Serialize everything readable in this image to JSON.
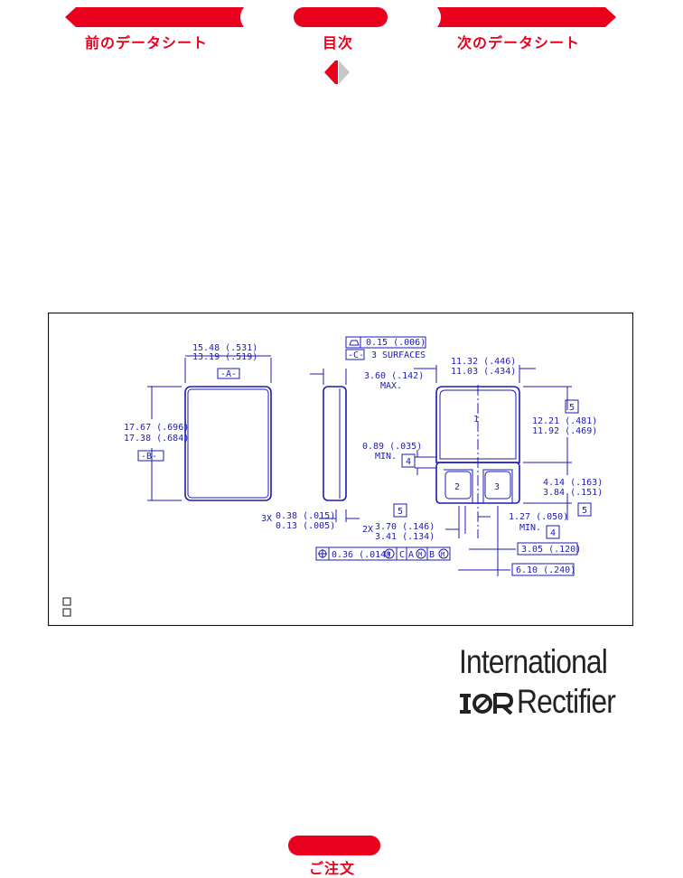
{
  "nav": {
    "prev_label": "前のデータシート",
    "toc_label": "目次",
    "next_label": "次のデータシート",
    "order_label": "ご注文",
    "accent_color": "#e8001c",
    "arrow_left_color": "#e8001c",
    "arrow_right_color": "#c8c8c8"
  },
  "drawing": {
    "dim_width": [
      "15.48 (.531)",
      "13.19 (.519)"
    ],
    "datum_a": "-A-",
    "dim_height": [
      "17.67 (.696)",
      "17.38 (.684)"
    ],
    "datum_b": "-B-",
    "flatness": "0.15 (.006)",
    "datum_c": "-C-",
    "surfaces": "3  SURFACES",
    "max_thick": "3.60 (.142)",
    "max_word": "MAX.",
    "dim_right_width": [
      "11.32 (.446)",
      "11.03 (.434)"
    ],
    "min_089": "0.89 (.035)",
    "min_word": "MIN.",
    "note4": "4",
    "note5": "5",
    "dim_1221": [
      "12.21 (.481)",
      "11.92 (.469)"
    ],
    "dim_414": [
      "4.14 (.163)",
      "3.84 (.151)"
    ],
    "dim_038": [
      "0.38 (.015)",
      "0.13 (.005)"
    ],
    "prefix_3x": "3X",
    "prefix_2x": "2X",
    "dim_370": [
      "3.70 (.146)",
      "3.41 (.134)"
    ],
    "dim_127": "1.27 (.050)",
    "min_word2": "MIN.",
    "tol_frame": [
      "0.36 (.014)",
      "M",
      "C",
      "A",
      "M",
      "B",
      "M"
    ],
    "dim_305": "3.05 (.120)",
    "dim_610": "6.10 (.240)",
    "pin1": "1",
    "pin2": "2",
    "pin3": "3"
  },
  "logo": {
    "line1": "International",
    "line2_mark": "IOR",
    "line2": "Rectifier"
  }
}
